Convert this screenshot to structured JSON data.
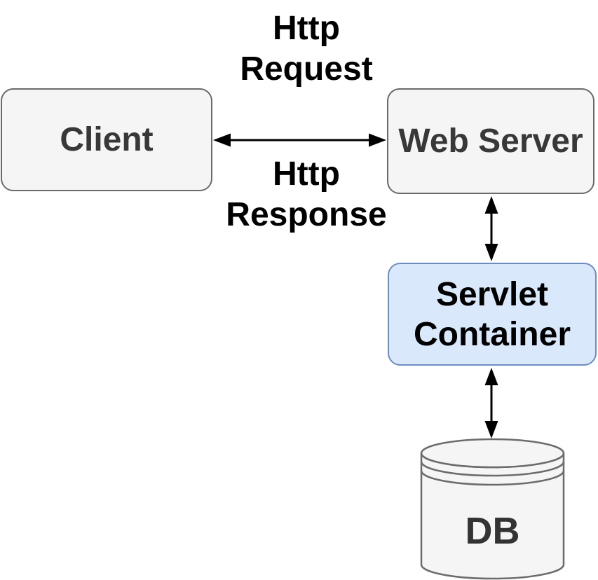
{
  "diagram": {
    "type": "architecture-diagram",
    "nodes": {
      "client": {
        "label": "Client"
      },
      "web_server": {
        "label": "Web Server"
      },
      "servlet_container": {
        "label": "Servlet Container"
      },
      "db": {
        "label": "DB"
      }
    },
    "edge_labels": {
      "http_request": "Http Request",
      "http_response": "Http Response"
    },
    "edges": [
      {
        "from": "client",
        "to": "web_server",
        "style": "double-arrow",
        "labels": [
          "Http Request",
          "Http Response"
        ]
      },
      {
        "from": "web_server",
        "to": "servlet_container",
        "style": "double-arrow"
      },
      {
        "from": "servlet_container",
        "to": "db",
        "style": "double-arrow"
      }
    ],
    "colors": {
      "node_fill": "#f5f5f5",
      "node_border": "#6b6b6b",
      "highlight_fill": "#dae8fc",
      "highlight_border": "#6e8cbf",
      "node_text": "#383838",
      "label_text": "#000000",
      "arrow": "#000000",
      "background": "#ffffff"
    }
  }
}
